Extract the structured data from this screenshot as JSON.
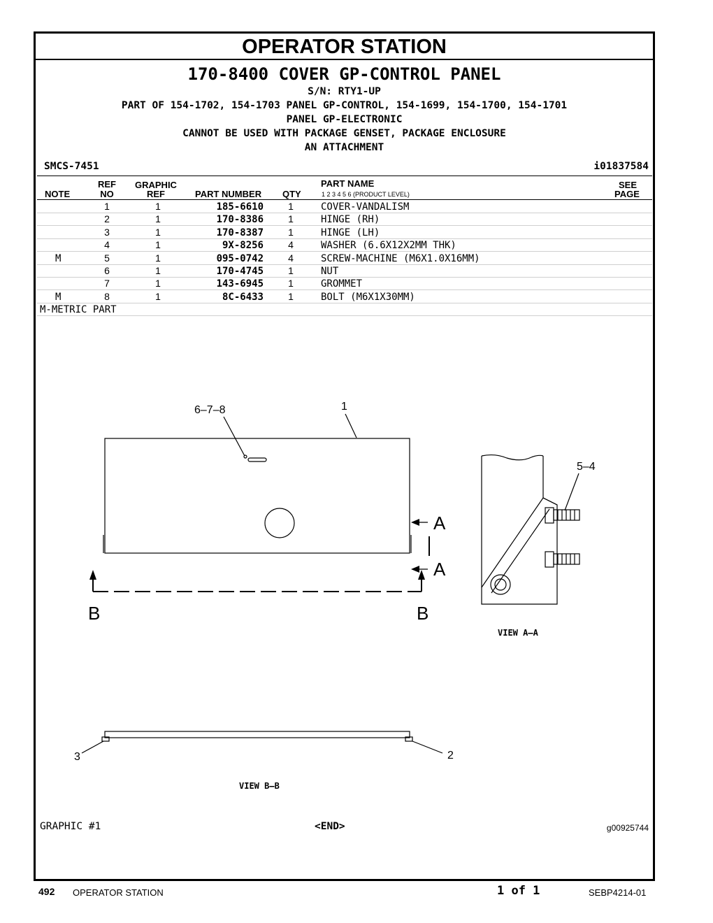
{
  "section_title": "OPERATOR STATION",
  "main_title": "170-8400 COVER GP-CONTROL PANEL",
  "serial": "S/N: RTY1-UP",
  "part_of": "PART OF 154-1702, 154-1703 PANEL GP-CONTROL, 154-1699, 154-1700, 154-1701",
  "part_of_2": "PANEL GP-ELECTRONIC",
  "cannot_use": "CANNOT BE USED WITH PACKAGE GENSET, PACKAGE ENCLOSURE",
  "cannot_use_2": "AN ATTACHMENT",
  "smcs": "SMCS-7451",
  "doc_id": "i01837584",
  "columns": {
    "note": "NOTE",
    "ref_1": "REF",
    "ref_2": "NO",
    "graphic_1": "GRAPHIC",
    "graphic_2": "REF",
    "part_number": "PART NUMBER",
    "qty": "QTY",
    "part_name": "PART NAME",
    "levels": "1    2    3    4    5    6    (PRODUCT LEVEL)",
    "see_1": "SEE",
    "see_2": "PAGE"
  },
  "parts": [
    {
      "note": "",
      "ref": "1",
      "graphic": "1",
      "part_number": "185-6610",
      "qty": "1",
      "name": "COVER-VANDALISM"
    },
    {
      "note": "",
      "ref": "2",
      "graphic": "1",
      "part_number": "170-8386",
      "qty": "1",
      "name": "HINGE (RH)"
    },
    {
      "note": "",
      "ref": "3",
      "graphic": "1",
      "part_number": "170-8387",
      "qty": "1",
      "name": "HINGE (LH)"
    },
    {
      "note": "",
      "ref": "4",
      "graphic": "1",
      "part_number": "9X-8256",
      "qty": "4",
      "name": "WASHER (6.6X12X2MM THK)"
    },
    {
      "note": "M",
      "ref": "5",
      "graphic": "1",
      "part_number": "095-0742",
      "qty": "4",
      "name": "SCREW-MACHINE (M6X1.0X16MM)"
    },
    {
      "note": "",
      "ref": "6",
      "graphic": "1",
      "part_number": "170-4745",
      "qty": "1",
      "name": "NUT"
    },
    {
      "note": "",
      "ref": "7",
      "graphic": "1",
      "part_number": "143-6945",
      "qty": "1",
      "name": "GROMMET"
    },
    {
      "note": "M",
      "ref": "8",
      "graphic": "1",
      "part_number": "8C-6433",
      "qty": "1",
      "name": "BOLT (M6X1X30MM)"
    }
  ],
  "metric_note": "M-METRIC PART",
  "drawing": {
    "callout_678": "6–7–8",
    "callout_1": "1",
    "callout_54": "5–4",
    "section_a": "A",
    "section_b": "B",
    "view_aa": "VIEW A–A",
    "callout_3": "3",
    "callout_2": "2",
    "view_bb": "VIEW B–B"
  },
  "graphic_label": "GRAPHIC #1",
  "end_label": "<END>",
  "graphic_id": "g00925744",
  "footer": {
    "page_number": "492",
    "section": "OPERATOR STATION",
    "page_of": "1 of 1",
    "doc_code": "SEBP4214-01"
  }
}
